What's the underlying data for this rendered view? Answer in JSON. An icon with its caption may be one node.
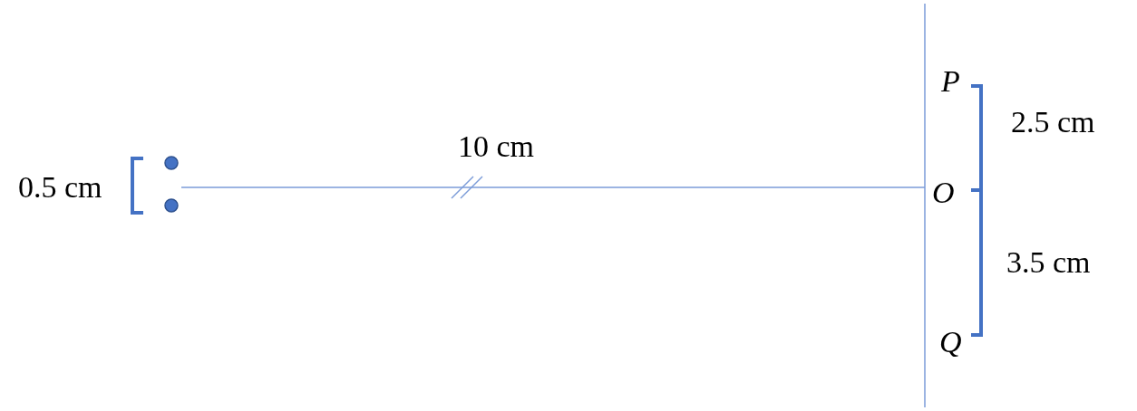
{
  "diagram": {
    "labels": [
      "P",
      "2.5 cm",
      "10 cm",
      "0.5 cm",
      "O",
      "3.5 cm",
      "Q"
    ]
  }
}
